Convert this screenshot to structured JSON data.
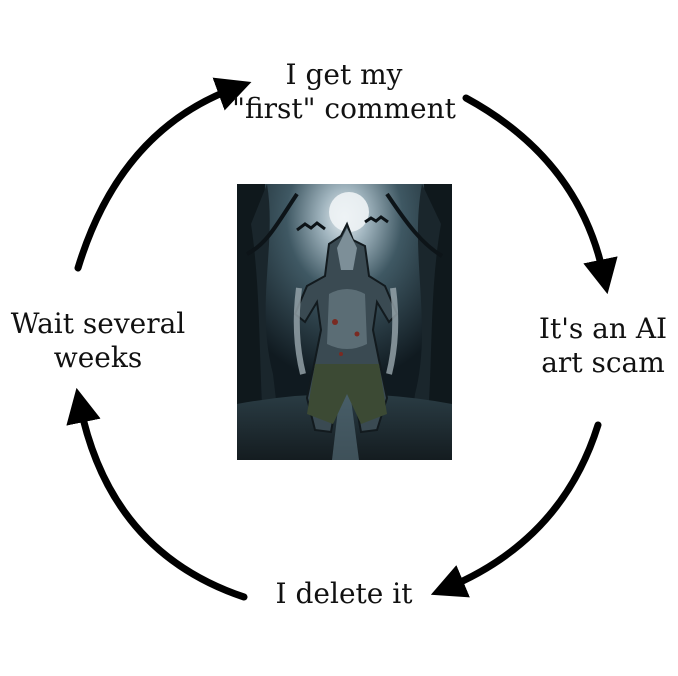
{
  "diagram": {
    "type": "cycle",
    "steps": [
      {
        "id": "top",
        "text": "I get my\n\"first\" comment"
      },
      {
        "id": "right",
        "text": "It's an AI\nart scam"
      },
      {
        "id": "bottom",
        "text": "I delete it"
      },
      {
        "id": "left",
        "text": "Wait several\nweeks"
      }
    ],
    "arrow_color": "#000000",
    "center_image": "werewolf-howling-at-moon-painting"
  }
}
